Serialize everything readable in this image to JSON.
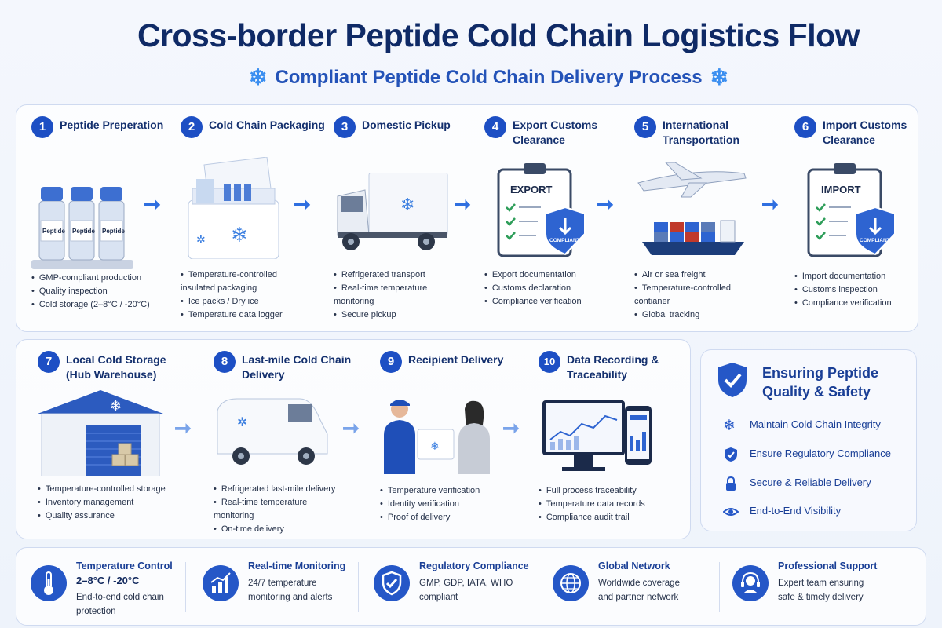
{
  "title": "Cross-border Peptide Cold Chain Logistics Flow",
  "subtitle": "Compliant Peptide Cold Chain Delivery Process",
  "steps": [
    {
      "num": "1",
      "name": "Peptide Preperation",
      "points": [
        "GMP-compliant production",
        "Quality inspection",
        "Cold storage (2–8°C / -20°C)"
      ]
    },
    {
      "num": "2",
      "name": "Cold Chain Packaging",
      "points": [
        "Temperature-controlled insulated packaging",
        "Ice packs / Dry ice",
        "Temperature data logger"
      ]
    },
    {
      "num": "3",
      "name": "Domestic Pickup",
      "points": [
        "Refrigerated transport",
        "Real-time temperature monitoring",
        "Secure pickup"
      ]
    },
    {
      "num": "4",
      "name": "Export Customs Clearance",
      "points": [
        "Export documentation",
        "Customs declaration",
        "Compliance verification"
      ]
    },
    {
      "num": "5",
      "name": "International Transportation",
      "points": [
        "Air or sea freight",
        "Temperature-controlled contianer",
        "Global tracking"
      ]
    },
    {
      "num": "6",
      "name": "Import Customs Clearance",
      "points": [
        "Import documentation",
        "Customs inspection",
        "Compliance verification"
      ]
    },
    {
      "num": "7",
      "name": "Local Cold Storage (Hub Warehouse)",
      "points": [
        "Temperature-controlled storage",
        "Inventory management",
        "Quality assurance"
      ]
    },
    {
      "num": "8",
      "name": "Last-mile Cold Chain Delivery",
      "points": [
        "Refrigerated last-mile delivery",
        "Real-time temperature monitoring",
        "On-time delivery"
      ]
    },
    {
      "num": "9",
      "name": "Recipient Delivery",
      "points": [
        "Temperature verification",
        "Identity verification",
        "Proof of delivery"
      ]
    },
    {
      "num": "10",
      "name": "Data Recording & Traceability",
      "points": [
        "Full process traceability",
        "Temperature data records",
        "Compliance audit trail"
      ]
    }
  ],
  "art_labels": {
    "vial": "Peptide",
    "export": "EXPORT",
    "import": "IMPORT",
    "compliant": "COMPLIANT"
  },
  "quality": {
    "heading": "Ensuring Peptide Quality & Safety",
    "items": [
      {
        "label": "Maintain Cold Chain Integrity",
        "icon": "snowflake-icon"
      },
      {
        "label": "Ensure Regulatory Compliance",
        "icon": "shield-check-icon"
      },
      {
        "label": "Secure & Reliable Delivery",
        "icon": "lock-icon"
      },
      {
        "label": "End-to-End Visibility",
        "icon": "eye-icon"
      }
    ]
  },
  "features": [
    {
      "title": "Temperature Control",
      "sub": "2–8°C / -20°C",
      "desc": [
        "End-to-end cold chain",
        "protection"
      ],
      "icon": "thermometer-icon"
    },
    {
      "title": "Real-time Monitoring",
      "sub": "",
      "desc": [
        "24/7 temperature",
        "monitoring and alerts"
      ],
      "icon": "chart-icon"
    },
    {
      "title": "Regulatory Compliance",
      "sub": "",
      "desc": [
        "GMP, GDP, IATA, WHO",
        "compliant"
      ],
      "icon": "shield-check-icon"
    },
    {
      "title": "Global Network",
      "sub": "",
      "desc": [
        "Worldwide coverage",
        "and partner network"
      ],
      "icon": "globe-icon"
    },
    {
      "title": "Professional Support",
      "sub": "",
      "desc": [
        "Expert team ensuring",
        "safe & timely delivery"
      ],
      "icon": "headset-icon"
    }
  ],
  "colors": {
    "primary": "#1d4fc4",
    "accent": "#3a8ef0",
    "heading": "#0f2a66"
  }
}
